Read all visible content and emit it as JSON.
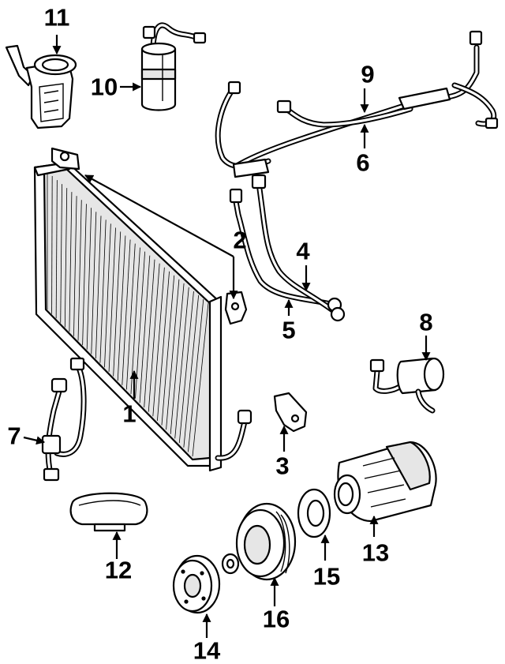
{
  "diagram": {
    "background": "#ffffff",
    "ink": "#000000",
    "callouts": [
      {
        "id": "c1",
        "label": "1"
      },
      {
        "id": "c2",
        "label": "2"
      },
      {
        "id": "c3",
        "label": "3"
      },
      {
        "id": "c4",
        "label": "4"
      },
      {
        "id": "c5",
        "label": "5"
      },
      {
        "id": "c6",
        "label": "6"
      },
      {
        "id": "c7",
        "label": "7"
      },
      {
        "id": "c8",
        "label": "8"
      },
      {
        "id": "c9",
        "label": "9"
      },
      {
        "id": "c10",
        "label": "10"
      },
      {
        "id": "c11",
        "label": "11"
      },
      {
        "id": "c12",
        "label": "12"
      },
      {
        "id": "c13",
        "label": "13"
      },
      {
        "id": "c14",
        "label": "14"
      },
      {
        "id": "c15",
        "label": "15"
      },
      {
        "id": "c16",
        "label": "16"
      }
    ]
  }
}
